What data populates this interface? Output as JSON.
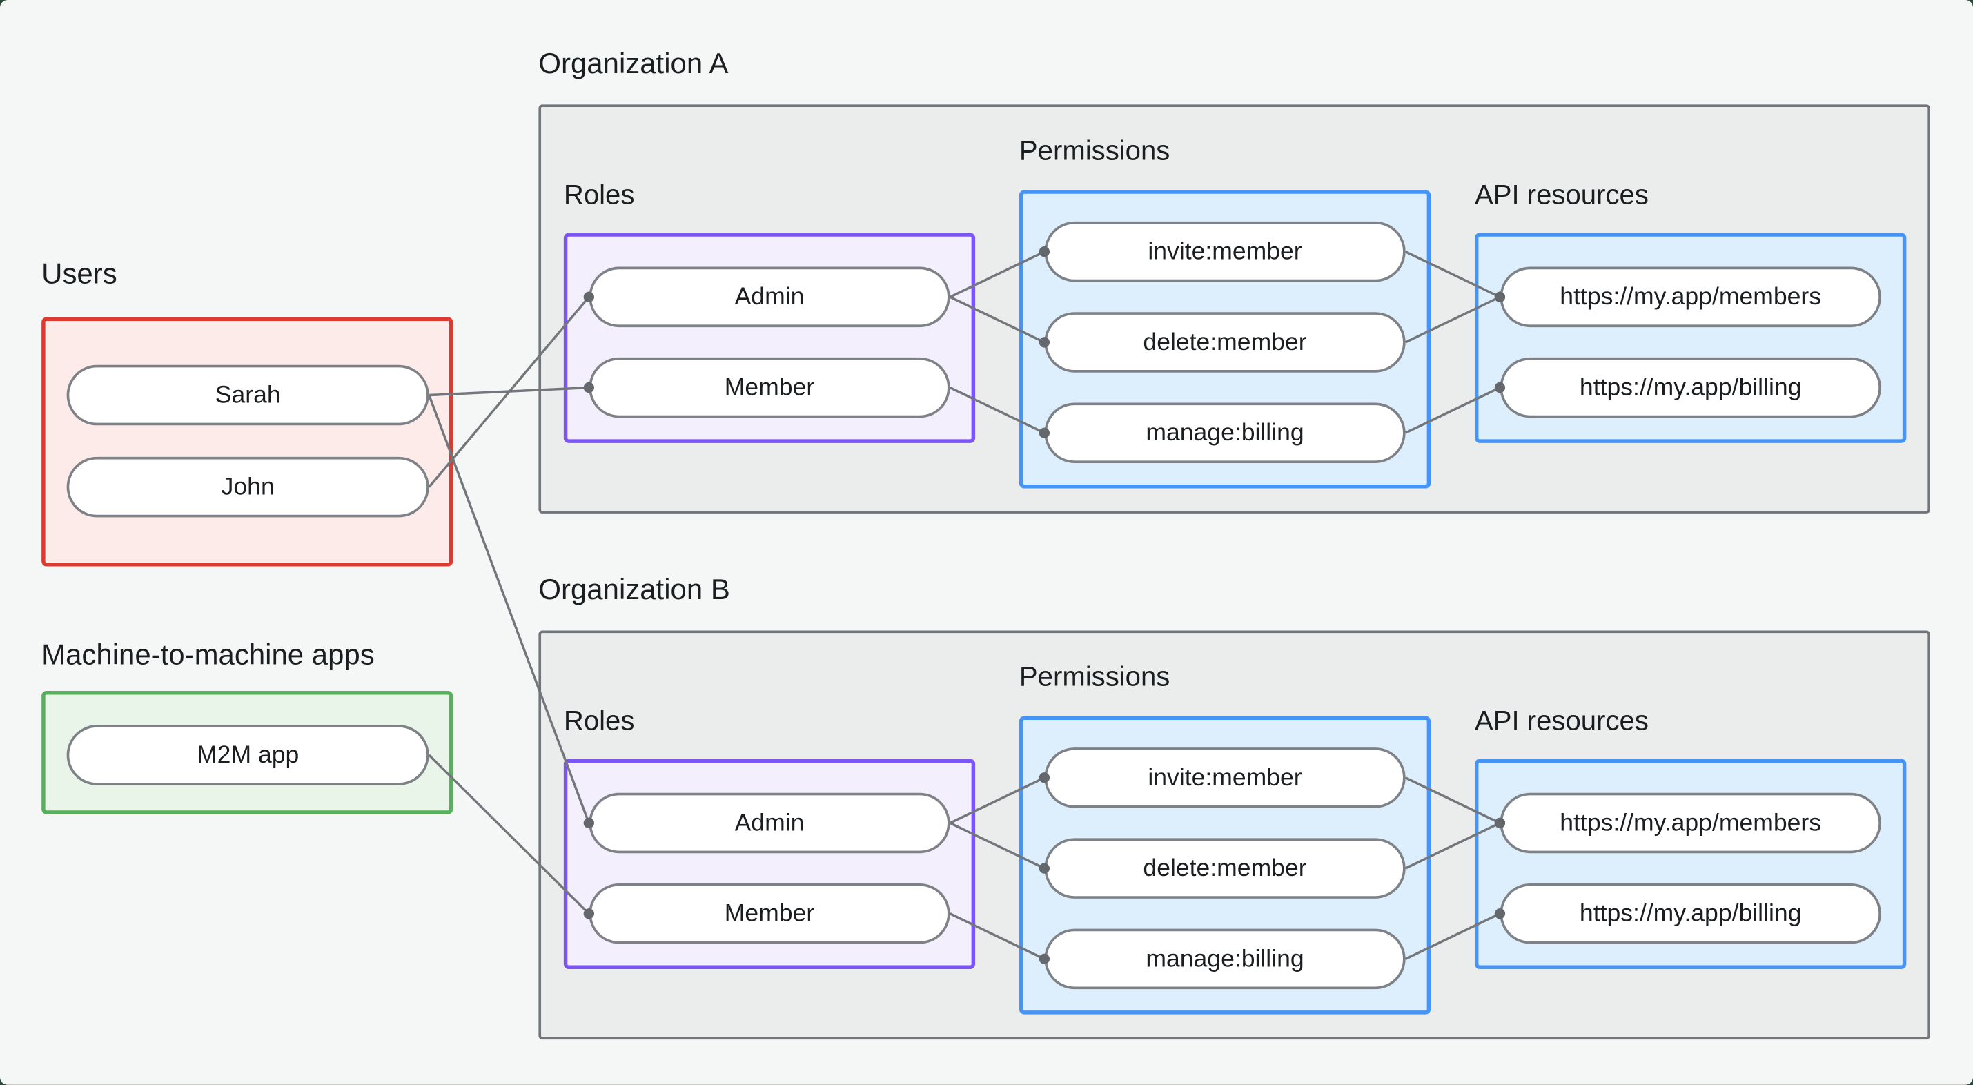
{
  "colors": {
    "canvas_bg": "#f5f7f6",
    "backdrop": "#2d4a3a",
    "org_box_fill": "#ebedec",
    "org_box_border": "#71767a",
    "users_fill": "#fcebe9",
    "users_border": "#e03a30",
    "m2m_fill": "#e9f5e9",
    "m2m_border": "#57b05b",
    "roles_fill": "#f4effd",
    "roles_border": "#7c55f6",
    "permissions_fill": "#ddeefc",
    "permissions_border": "#4694f6",
    "api_fill": "#ddeefc",
    "api_border": "#4694f6",
    "pill_fill": "#ffffff",
    "pill_border": "#7e8287",
    "edge": "#73777b",
    "dot": "#64686c",
    "text": "#1b1e20"
  },
  "users": {
    "label": "Users",
    "items": [
      {
        "id": "sarah",
        "label": "Sarah"
      },
      {
        "id": "john",
        "label": "John"
      }
    ]
  },
  "m2m": {
    "label": "Machine-to-machine apps",
    "items": [
      {
        "id": "m2m-app",
        "label": "M2M app"
      }
    ]
  },
  "organizations": [
    {
      "id": "org-a",
      "label": "Organization A",
      "roles": {
        "label": "Roles",
        "items": [
          {
            "id": "org-a-admin",
            "label": "Admin"
          },
          {
            "id": "org-a-member",
            "label": "Member"
          }
        ]
      },
      "permissions": {
        "label": "Permissions",
        "items": [
          {
            "id": "org-a-invite",
            "label": "invite:member"
          },
          {
            "id": "org-a-delete",
            "label": "delete:member"
          },
          {
            "id": "org-a-billing",
            "label": "manage:billing"
          }
        ]
      },
      "api_resources": {
        "label": "API resources",
        "items": [
          {
            "id": "org-a-members-api",
            "label": "https://my.app/members"
          },
          {
            "id": "org-a-billing-api",
            "label": "https://my.app/billing"
          }
        ]
      }
    },
    {
      "id": "org-b",
      "label": "Organization B",
      "roles": {
        "label": "Roles",
        "items": [
          {
            "id": "org-b-admin",
            "label": "Admin"
          },
          {
            "id": "org-b-member",
            "label": "Member"
          }
        ]
      },
      "permissions": {
        "label": "Permissions",
        "items": [
          {
            "id": "org-b-invite",
            "label": "invite:member"
          },
          {
            "id": "org-b-delete",
            "label": "delete:member"
          },
          {
            "id": "org-b-billing",
            "label": "manage:billing"
          }
        ]
      },
      "api_resources": {
        "label": "API resources",
        "items": [
          {
            "id": "org-b-members-api",
            "label": "https://my.app/members"
          },
          {
            "id": "org-b-billing-api",
            "label": "https://my.app/billing"
          }
        ]
      }
    }
  ],
  "edges": [
    {
      "from": "sarah",
      "to": "org-a-member"
    },
    {
      "from": "john",
      "to": "org-a-admin"
    },
    {
      "from": "sarah",
      "to": "org-b-admin"
    },
    {
      "from": "m2m-app",
      "to": "org-b-member"
    },
    {
      "from": "org-a-admin",
      "to": "org-a-invite"
    },
    {
      "from": "org-a-admin",
      "to": "org-a-delete"
    },
    {
      "from": "org-a-member",
      "to": "org-a-billing"
    },
    {
      "from": "org-a-invite",
      "to": "org-a-members-api"
    },
    {
      "from": "org-a-delete",
      "to": "org-a-members-api"
    },
    {
      "from": "org-a-billing",
      "to": "org-a-billing-api"
    },
    {
      "from": "org-b-admin",
      "to": "org-b-invite"
    },
    {
      "from": "org-b-admin",
      "to": "org-b-delete"
    },
    {
      "from": "org-b-member",
      "to": "org-b-billing"
    },
    {
      "from": "org-b-invite",
      "to": "org-b-members-api"
    },
    {
      "from": "org-b-delete",
      "to": "org-b-members-api"
    },
    {
      "from": "org-b-billing",
      "to": "org-b-billing-api"
    }
  ]
}
